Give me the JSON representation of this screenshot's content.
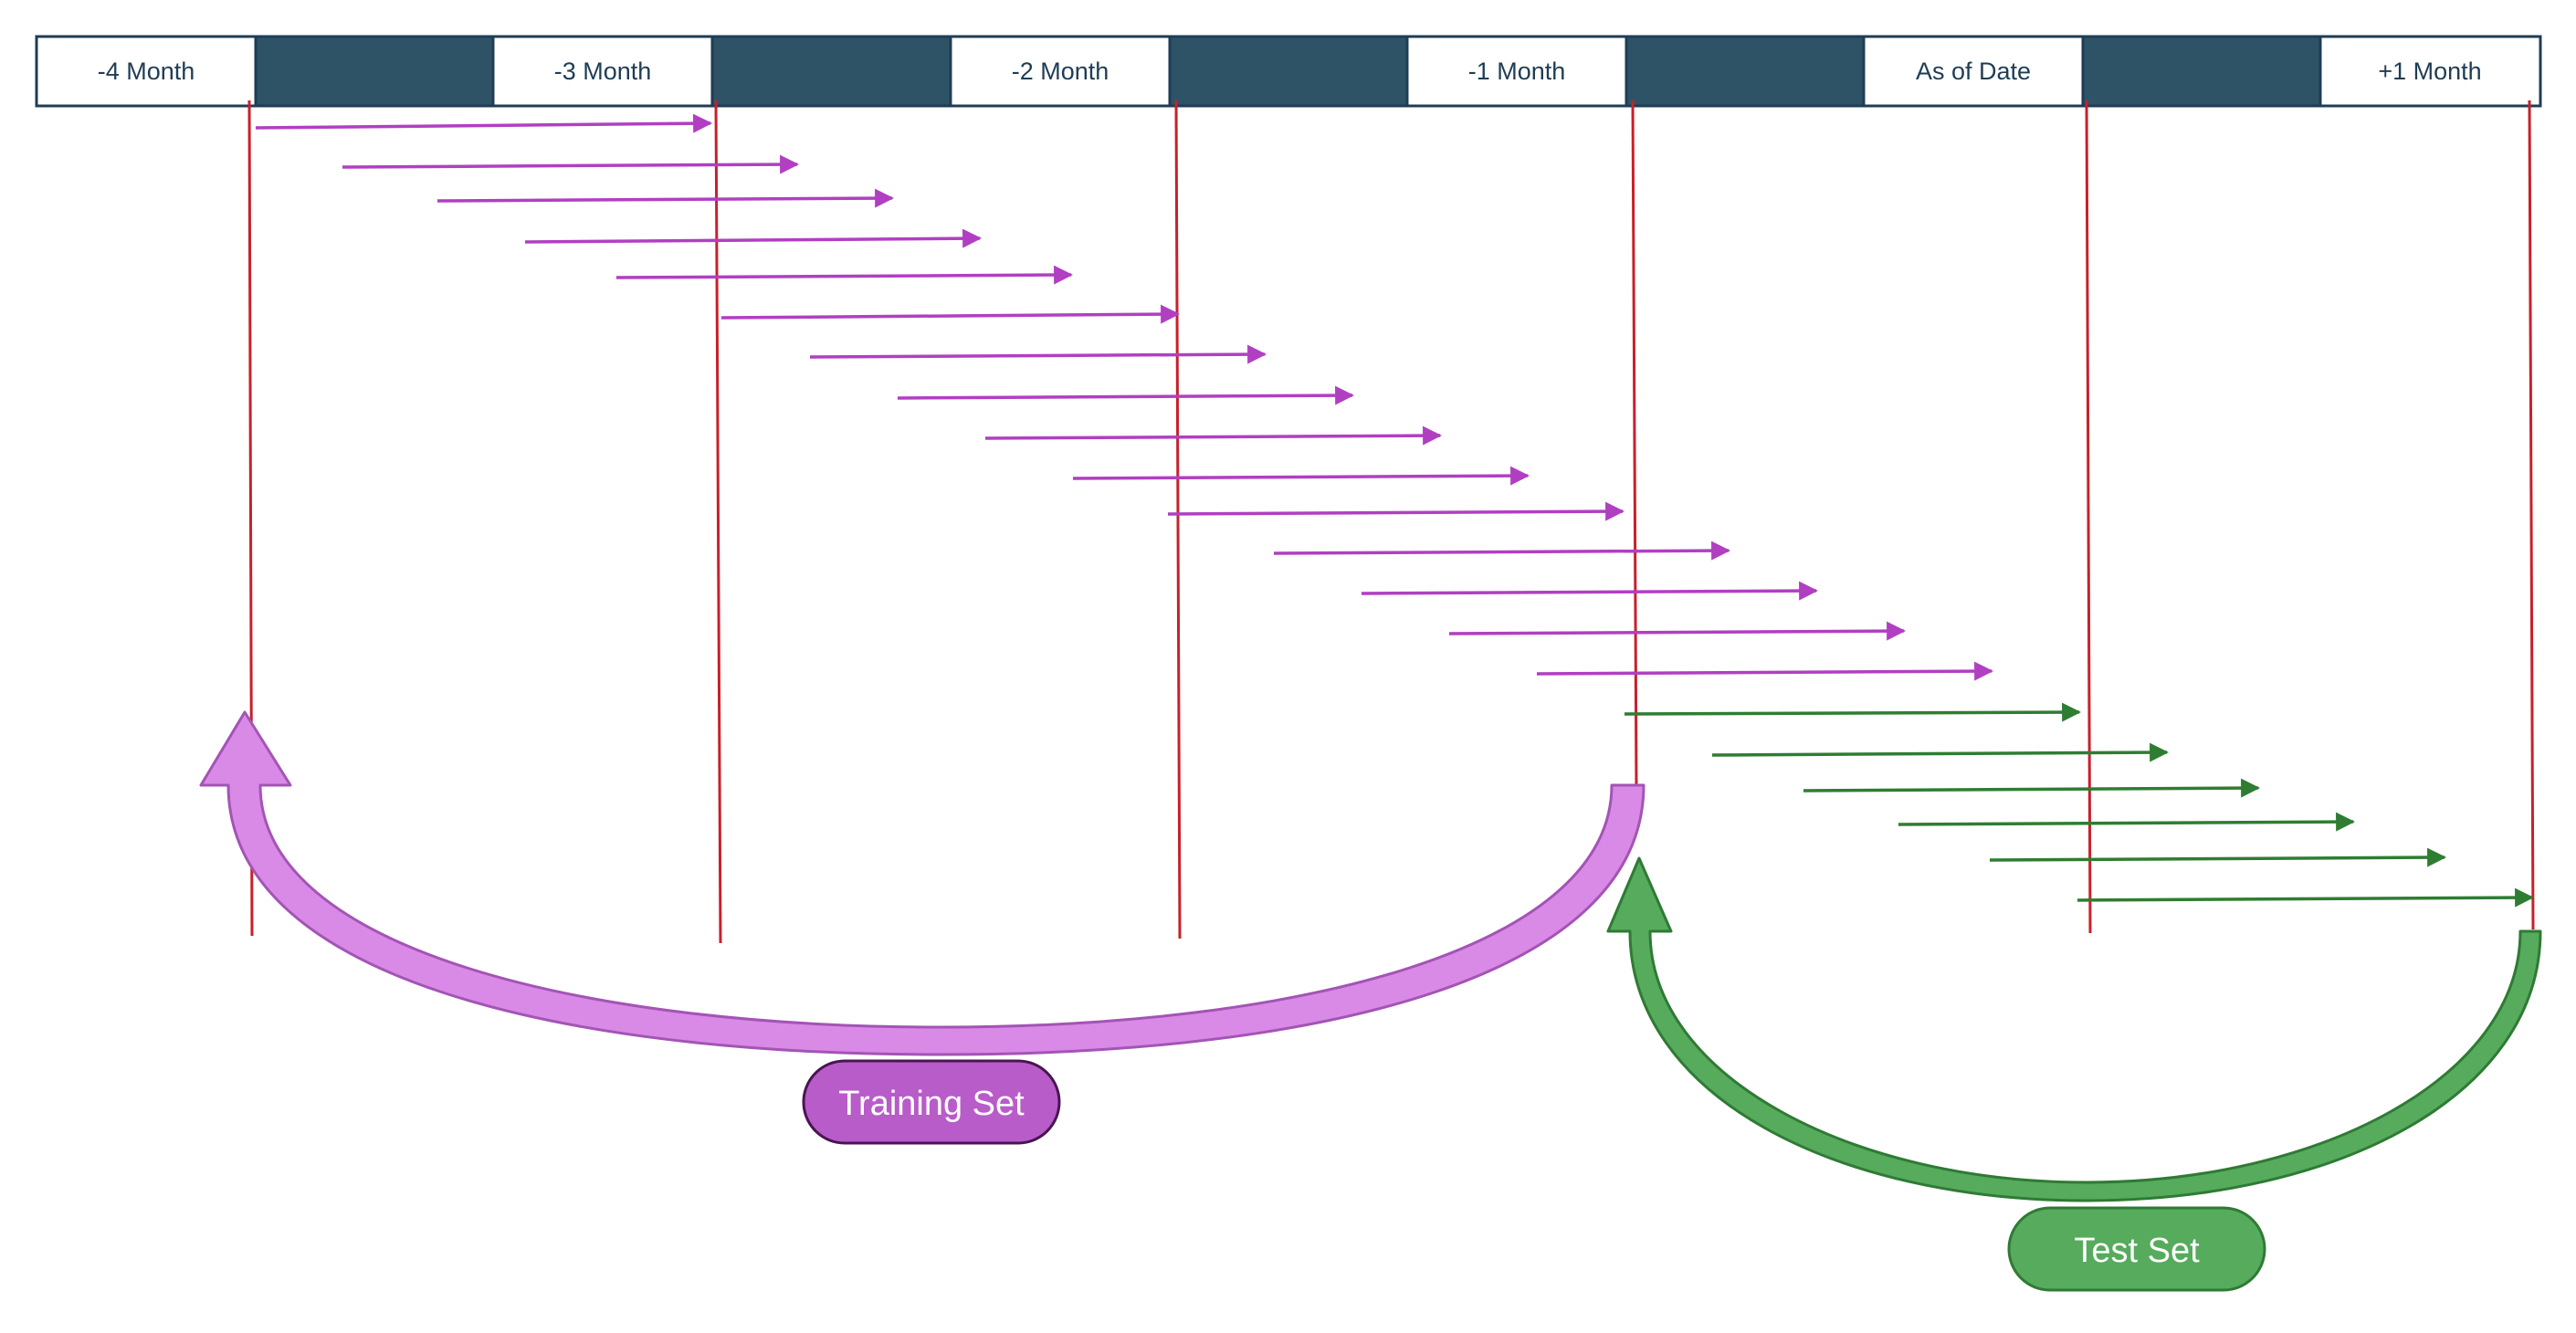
{
  "timeline": {
    "periods": [
      {
        "label": "-4 Month"
      },
      {
        "label": "-3 Month"
      },
      {
        "label": "-2 Month"
      },
      {
        "label": "-1 Month"
      },
      {
        "label": "As of Date"
      },
      {
        "label": "+1 Month"
      }
    ]
  },
  "legend": {
    "training_label": "Training Set",
    "test_label": "Test Set"
  },
  "colors": {
    "band_dark": "#2f5366",
    "band_border": "#1f3d55",
    "cutoff_line": "#c8202a",
    "training_arrow": "#b13fc2",
    "training_fill": "#d98ae6",
    "training_stroke": "#a354b5",
    "training_badge": "#b85cc9",
    "test_arrow": "#2e7d32",
    "test_fill": "#56ab5c",
    "test_stroke": "#2f7a35"
  }
}
